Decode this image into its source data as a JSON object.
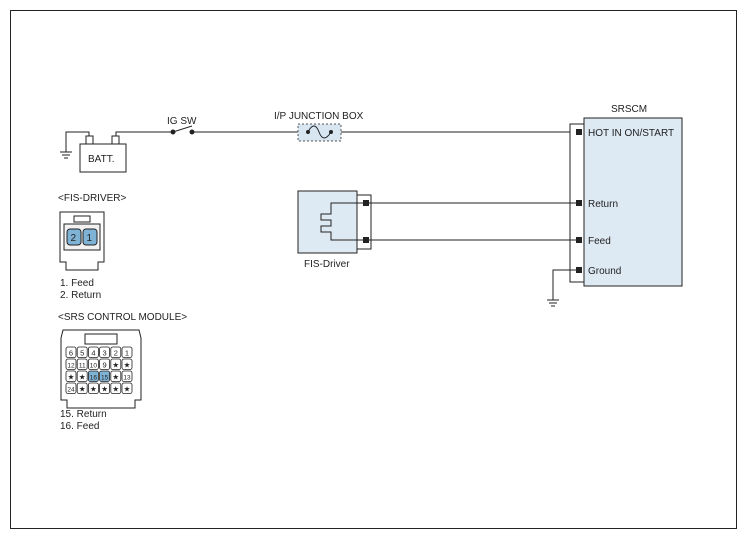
{
  "colors": {
    "line": "#222222",
    "module_fill": "#dde9f3",
    "pin_highlight": "#7fb3d5",
    "fuse_box_fill": "#d8e6f2"
  },
  "battery": {
    "label": "BATT."
  },
  "ignition_switch": {
    "label": "IG SW"
  },
  "junction_box": {
    "label": "I/P JUNCTION BOX"
  },
  "srscm": {
    "title": "SRSCM",
    "pins": [
      "HOT IN ON/START",
      "Return",
      "Feed",
      "Ground"
    ]
  },
  "fis_driver": {
    "label": "FIS-Driver"
  },
  "fis_driver_connector": {
    "header": "<FIS-DRIVER>",
    "pins": [
      "2",
      "1"
    ],
    "legend": [
      "1. Feed",
      "2. Return"
    ]
  },
  "srs_module_connector": {
    "header": "<SRS CONTROL MODULE>",
    "rows": [
      [
        "6",
        "5",
        "4",
        "3",
        "2",
        "1"
      ],
      [
        "12",
        "11",
        "10",
        "9",
        "★",
        "★"
      ],
      [
        "★",
        "★",
        "16",
        "15",
        "★",
        "13"
      ],
      [
        "24",
        "★",
        "★",
        "★",
        "★",
        "★"
      ]
    ],
    "legend": [
      "15. Return",
      "16. Feed"
    ]
  }
}
